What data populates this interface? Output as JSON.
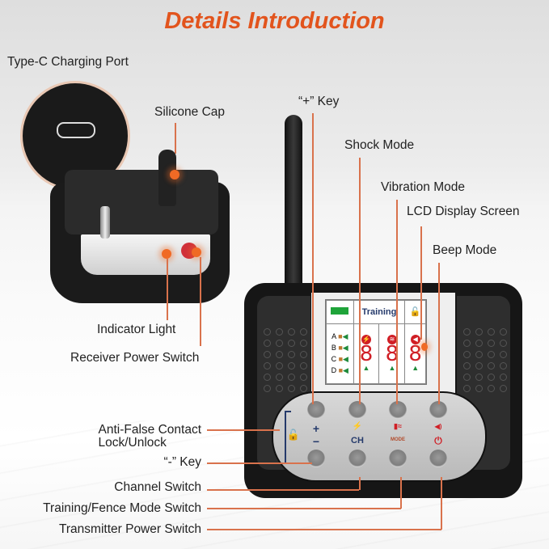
{
  "title": "Details Introduction",
  "colors": {
    "accent": "#e2541d",
    "leader_line": "#d9724c",
    "lcd_red": "#d01e25",
    "lcd_green": "#1e8a3a",
    "lcd_blue": "#253a6b"
  },
  "receiver_labels": {
    "charging_port": "Type-C Charging Port",
    "silicone_cap": "Silicone Cap",
    "indicator_light": "Indicator Light",
    "power_switch": "Receiver Power Switch"
  },
  "transmitter_labels_top": {
    "plus_key": "“+” Key",
    "shock_mode": "Shock Mode",
    "vibration_mode": "Vibration Mode",
    "lcd_screen": "LCD Display Screen",
    "beep_mode": "Beep Mode"
  },
  "transmitter_labels_left": {
    "anti_false_line1": "Anti-False Contact",
    "anti_false_line2": "Lock/Unlock",
    "minus_key": "“-” Key",
    "channel_switch": "Channel Switch",
    "mode_switch": "Training/Fence Mode Switch",
    "tx_power_switch": "Transmitter Power Switch"
  },
  "lcd": {
    "mode_text": "Training",
    "lock_icon": "lock-icon",
    "battery_icon": "battery-full-icon",
    "channels": [
      "A",
      "B",
      "C",
      "D"
    ],
    "digits": [
      "8",
      "8",
      "8"
    ],
    "mode_icons": [
      "shock-icon",
      "vibration-icon",
      "beep-icon"
    ]
  },
  "keypad": {
    "plus": "+",
    "minus": "−",
    "shock": "⚡",
    "vibration": "▮≈",
    "beep": "◀)",
    "ch": "CH",
    "mode": "MODE",
    "power": "⏻",
    "lock": "🔓"
  }
}
